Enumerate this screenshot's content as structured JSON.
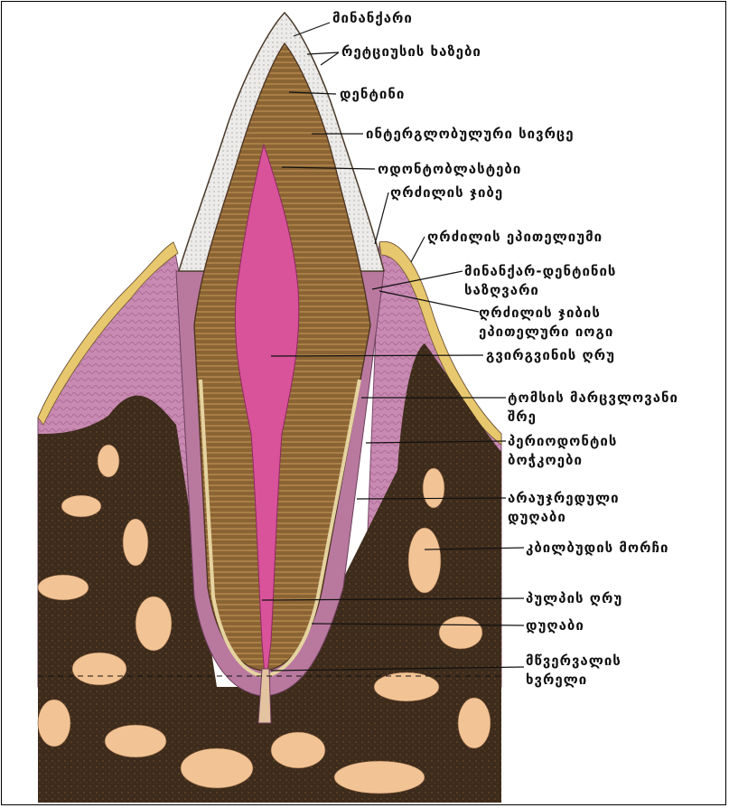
{
  "labels": {
    "enamel": "მინანქარი",
    "retzius_lines": "რეტციუსის ხაზები",
    "dentin": "დენტინი",
    "interglobular_space": "ინტერგლობულური სივრცე",
    "odontoblasts": "ოდონტობლასტები",
    "gingival_pocket": "ღრძილის ჯიბე",
    "gingival_epithelium": "ღრძილის ეპითელიუმი",
    "dej_line1": "მინანქარ-დენტინის",
    "dej_line2": "საზღვარი",
    "pocket_epithelium_line1": "ღრძილის ჯიბის",
    "pocket_epithelium_line2": "ეპითელური იოგი",
    "crown_pulp_cavity": "გვირგვინის ღრუ",
    "tomes_line1": "ტომსის მარცვლოვანი",
    "tomes_line2": "შრე",
    "periodontal_line1": "პერიოდონტის",
    "periodontal_line2": "ბოჭკოები",
    "cellular_cement_line1": "არაუჯრედული",
    "cellular_cement_line2": "დუღაბი",
    "alveolar_bone": "კბილბუდის მორჩი",
    "root_pulp_canal": "პულპის ღრუ",
    "cement": "დუღაბი",
    "apical_foramen_line1": "მწვერვალის",
    "apical_foramen_line2": "ხვრელი"
  },
  "colors": {
    "enamel": "#e9e6e6",
    "dentin": "#8b6434",
    "pulp": "#d9539a",
    "gum": "#c989b0",
    "gum_epithelium": "#e8c86e",
    "bone_dark": "#3e2c1d",
    "bone_light": "#f2c394",
    "cement": "#e5d3a0"
  }
}
